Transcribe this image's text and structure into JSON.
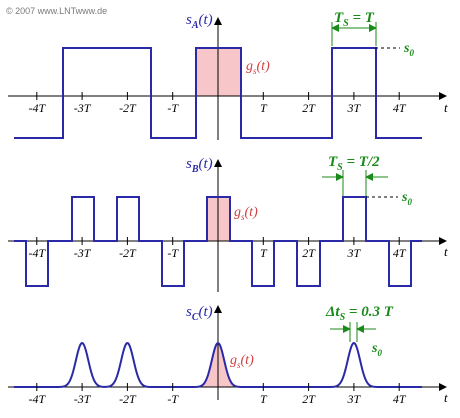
{
  "copyright": "© 2007 www.LNTwww.de",
  "x_ticks": [
    "-4T",
    "-3T",
    "-2T",
    "-T",
    "T",
    "2T",
    "3T",
    "4T"
  ],
  "t_label": "t",
  "colors": {
    "signal": "#2a2aa8",
    "pulse_fill": "#f6c6c8",
    "pulse_label": "#d04040",
    "annotation": "#1a8a1a",
    "axis": "#000000"
  },
  "panels": [
    {
      "title_main": "s",
      "title_sub": "A",
      "title_arg": "(t)",
      "pulse_label_main": "g",
      "pulse_label_sub": "s",
      "pulse_label_arg": "(t)",
      "period_label": "T",
      "period_sub": "S",
      "period_value": " = T",
      "level_label": "s",
      "level_sub": "0"
    },
    {
      "title_main": "s",
      "title_sub": "B",
      "title_arg": "(t)",
      "pulse_label_main": "g",
      "pulse_label_sub": "s",
      "pulse_label_arg": "(t)",
      "period_label": "T",
      "period_sub": "S",
      "period_value": " = T/2",
      "level_label": "s",
      "level_sub": "0"
    },
    {
      "title_main": "s",
      "title_sub": "C",
      "title_arg": "(t)",
      "pulse_label_main": "g",
      "pulse_label_sub": "s",
      "pulse_label_arg": "(t)",
      "period_label": "Δt",
      "period_sub": "S",
      "period_value": " = 0.3 T",
      "level_label": "s",
      "level_sub": "0"
    }
  ]
}
